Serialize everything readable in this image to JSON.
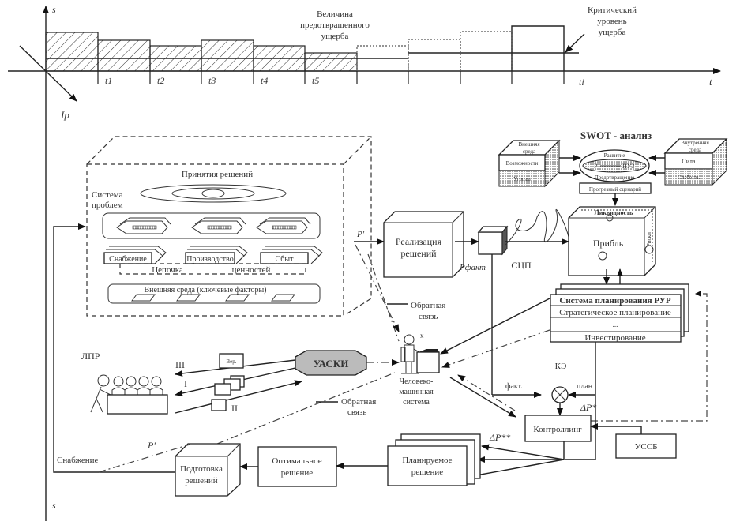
{
  "timeline": {
    "y_axis_top": "s",
    "y_axis_bottom": "s",
    "x_axis": "t",
    "diag_axis": "Ip",
    "ticks": [
      "t1",
      "t2",
      "t3",
      "t4",
      "t5",
      "ti"
    ],
    "prevented_damage_label": [
      "Величина",
      "предотвращенного",
      "ущерба"
    ],
    "critical_level_label": [
      "Критический",
      "уровень",
      "ущерба"
    ]
  },
  "problem_system": {
    "title": "Принятия решений",
    "side_label": [
      "Система",
      "проблем"
    ],
    "chain_items": [
      "Снабжение",
      "Производство",
      "Сбыт"
    ],
    "chain_label_left": "Цепочка",
    "chain_label_right": "ценностей",
    "env_label": "Внешняя среда (ключевые факторы)"
  },
  "swot": {
    "title": "SWOT - анализ",
    "external_top": [
      "Внешняя",
      "среда"
    ],
    "external_mid": "Возможности",
    "external_low": "Угрозы",
    "internal_top": [
      "Внутренняя",
      "среда"
    ],
    "internal_mid": "Сила",
    "internal_low": "Слабость",
    "center_top": "Развитие",
    "center_mid_left": "Р",
    "center_mid_right": "ПУЗ",
    "center_bottom": "Предотвращение",
    "scenario": "Прогрезный сценарий"
  },
  "nodes": {
    "realization": [
      "Реализация",
      "решений"
    ],
    "p_fact": "Pфакт",
    "p_prime": "P'",
    "scp": "СЦП",
    "profit": "Прибль",
    "liquidity": "Ликвидность",
    "risks": "Pиски",
    "planning_system": {
      "rows": [
        "Система планирования РУР",
        "Стратегическое планирование",
        "...",
        "Инвестирование"
      ]
    },
    "feedback_1": [
      "Обратная",
      "связь"
    ],
    "feedback_2": [
      "Обратная",
      "связь"
    ],
    "hms": [
      "Человеко-",
      "машинная",
      "система"
    ],
    "x_mark": "x",
    "uaski": "УАСКИ",
    "lpr": "ЛПР",
    "ver_label": "Вер.",
    "arrow_labels": [
      "III",
      "I",
      "II"
    ],
    "ke": "КЭ",
    "fact": "факт.",
    "plan": "план",
    "delta_p1": "ΔP*",
    "delta_p2": "ΔP**",
    "controlling": "Контроллинг",
    "ussb": "УССБ",
    "planned_decision": [
      "Планируемое",
      "решение"
    ],
    "optimal_decision": [
      "Оптимальное",
      "решение"
    ],
    "prep_decision": [
      "Подготовка",
      "решений"
    ],
    "supply": "Снабжение",
    "p_prime_2": "P'"
  }
}
